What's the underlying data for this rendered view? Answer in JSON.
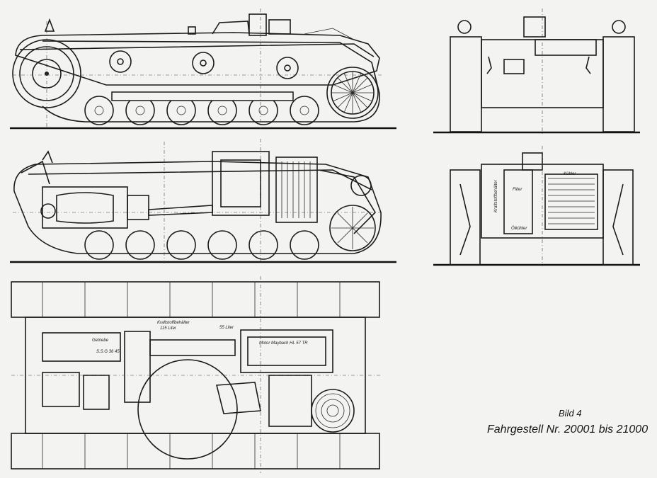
{
  "caption": {
    "figure_number": "Bild 4",
    "title": "Fahrgestell Nr. 20001 bis 21000"
  },
  "annotations": {
    "kraftstoffbehaelter": "Kraftstoffbehälter",
    "kraftstoff_liter": "115 Liter",
    "oel_liter": "55 Liter",
    "motor": "Motor Maybach HL 57 TR",
    "getriebe": "Getriebe",
    "getriebe_type": "S.S.G 36 45",
    "kuehler": "Kühler",
    "filter": "Filter",
    "kraftstoff_side": "Kraftstoffbehälter",
    "oelkuehler": "Ölkühler"
  }
}
